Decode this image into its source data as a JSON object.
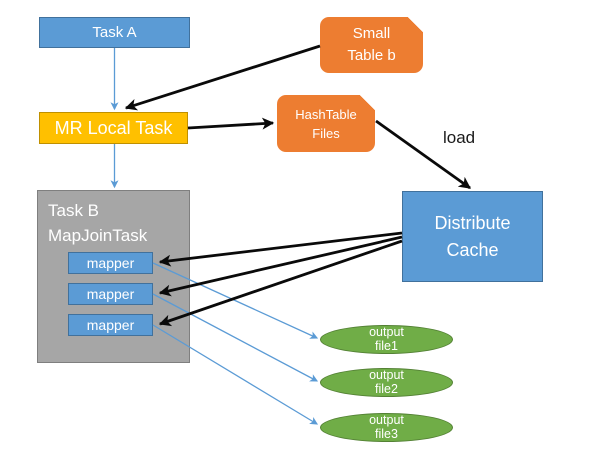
{
  "colors": {
    "background": "#ffffff",
    "node_blue": "#5b9bd5",
    "node_blue_border": "#41719c",
    "node_orange": "#ed7d31",
    "node_gold": "#ffc000",
    "node_gold_border": "#bf9000",
    "node_gray": "#a6a6a6",
    "node_gray_border": "#7f7f7f",
    "node_green": "#70ad47",
    "node_green_border": "#548235",
    "arrow_black": "#0a0a0a",
    "arrow_blue": "#5b9bd5",
    "text_white": "#ffffff",
    "text_black": "#1a1a1a"
  },
  "nodes": {
    "task_a": {
      "label": "Task A"
    },
    "small_table_b": {
      "line1": "Small",
      "line2": "Table b"
    },
    "mr_local_task": {
      "label": "MR Local Task"
    },
    "hashtable_files": {
      "line1": "HashTable",
      "line2": "Files"
    },
    "load_label": "load",
    "task_b_group": {
      "line1": "Task B",
      "line2": "MapJoinTask"
    },
    "mappers": [
      {
        "label": "mapper"
      },
      {
        "label": "mapper"
      },
      {
        "label": "mapper"
      }
    ],
    "distribute_cache": {
      "line1": "Distribute",
      "line2": "Cache"
    },
    "outputs": [
      {
        "line1": "output",
        "line2": "file1"
      },
      {
        "line1": "output",
        "line2": "file2"
      },
      {
        "line1": "output",
        "line2": "file3"
      }
    ]
  }
}
